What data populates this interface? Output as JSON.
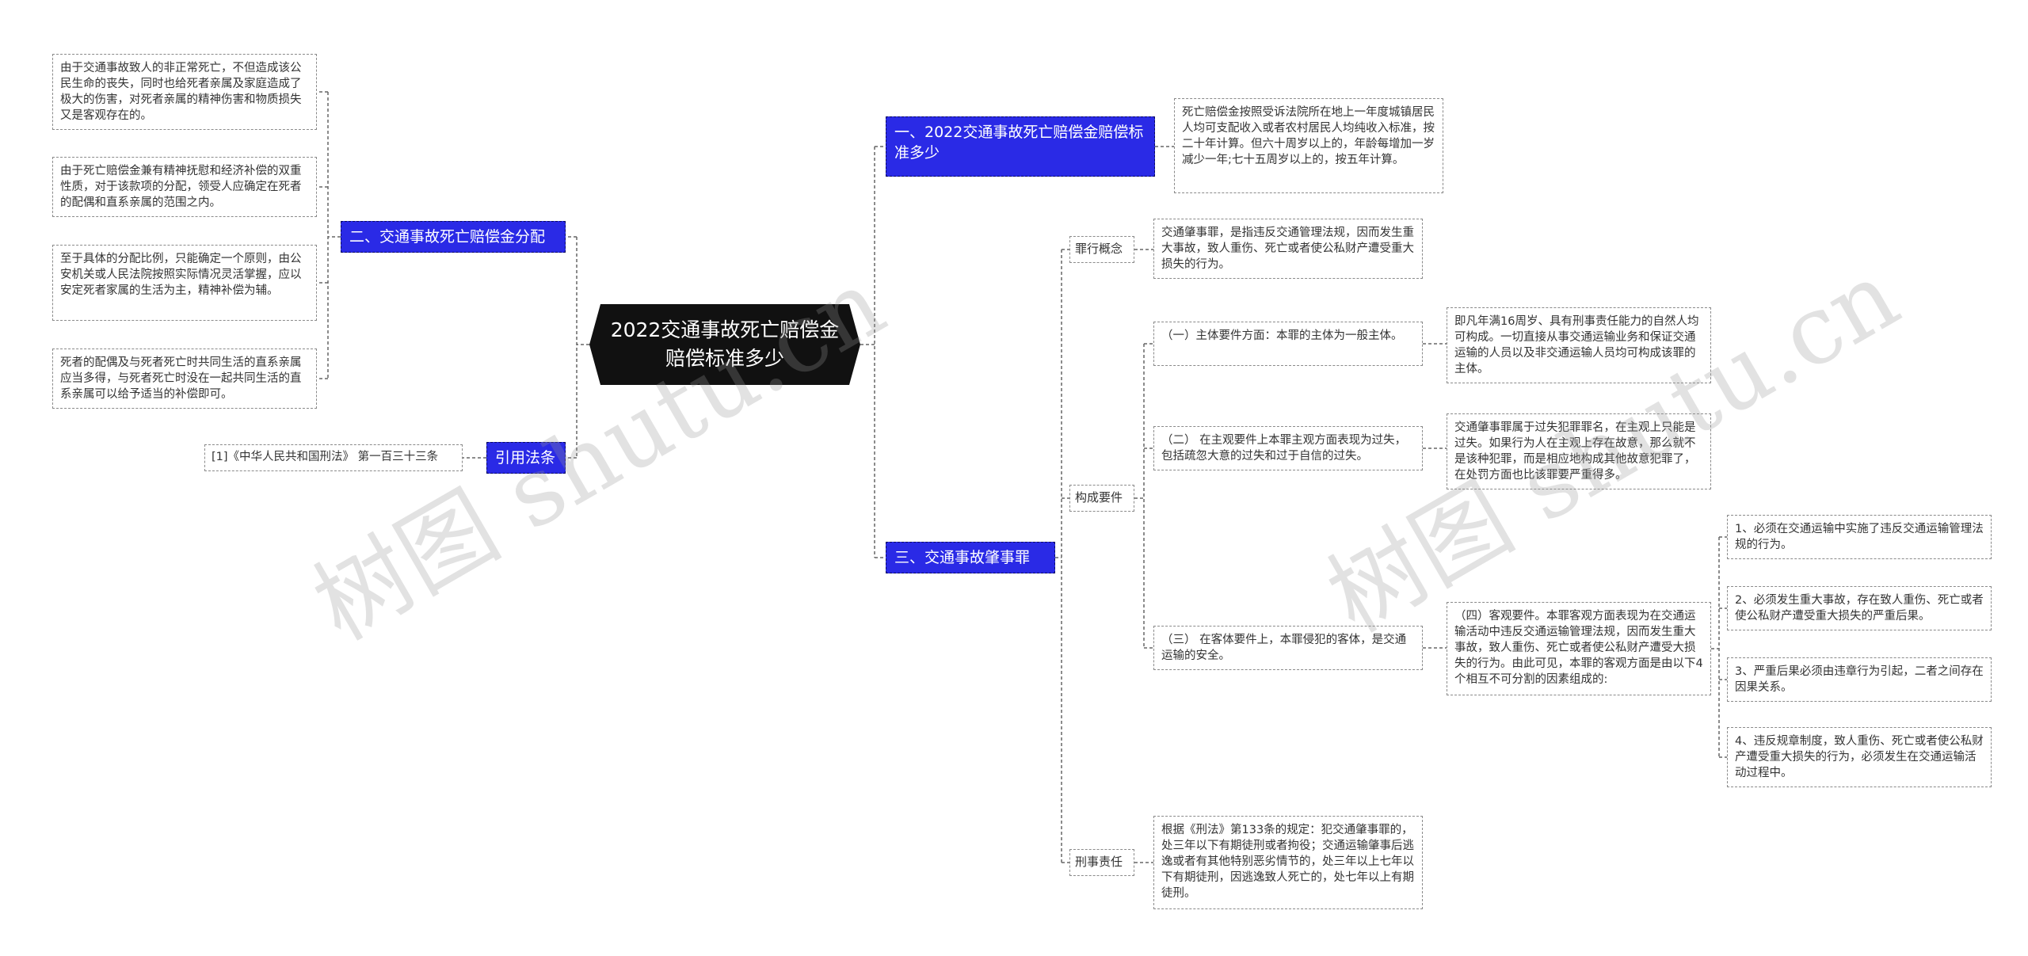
{
  "root": {
    "title": "2022交通事故死亡赔偿金赔偿标准多少"
  },
  "branches": {
    "b1": {
      "label": "一、2022交通事故死亡赔偿金赔偿标准多少"
    },
    "b2": {
      "label": "二、交通事故死亡赔偿金分配"
    },
    "b3": {
      "label": "三、交通事故肇事罪"
    },
    "b4": {
      "label": "引用法条"
    }
  },
  "leaves": {
    "b1_1": "死亡赔偿金按照受诉法院所在地上一年度城镇居民人均可支配收入或者农村居民人均纯收入标准，按二十年计算。但六十周岁以上的，年龄每增加一岁减少一年;七十五周岁以上的，按五年计算。",
    "b2_1": "由于交通事故致人的非正常死亡，不但造成该公民生命的丧失，同时也给死者亲属及家庭造成了极大的伤害，对死者亲属的精神伤害和物质损失又是客观存在的。",
    "b2_2": "由于死亡赔偿金兼有精神抚慰和经济补偿的双重性质，对于该款项的分配，领受人应确定在死者的配偶和直系亲属的范围之内。",
    "b2_3": "至于具体的分配比例，只能确定一个原则，由公安机关或人民法院按照实际情况灵活掌握，应以安定死者家属的生活为主，精神补偿为辅。",
    "b2_4": "死者的配偶及与死者死亡时共同生活的直系亲属应当多得，与死者死亡时没在一起共同生活的直系亲属可以给予适当的补偿即可。",
    "b4_1": "[1]《中华人民共和国刑法》 第一百三十三条",
    "b3_def": "交通肇事罪，是指违反交通管理法规，因而发生重大事故，致人重伤、死亡或者使公私财产遭受重大损失的行为。",
    "b3_e1": "（一）主体要件方面：本罪的主体为一般主体。",
    "b3_e1_d": "即凡年满16周岁、具有刑事责任能力的自然人均可构成。一切直接从事交通运输业务和保证交通运输的人员以及非交通运输人员均可构成该罪的主体。",
    "b3_e2": "（二） 在主观要件上本罪主观方面表现为过失，包括疏忽大意的过失和过于自信的过失。",
    "b3_e2_d": "交通肇事罪属于过失犯罪罪名，在主观上只能是过失。如果行为人在主观上存在故意，那么就不是该种犯罪，而是相应地构成其他故意犯罪了，在处罚方面也比该罪要严重得多。",
    "b3_e3": "（三） 在客体要件上，本罪侵犯的客体，是交通运输的安全。",
    "b3_e3_d": "（四）客观要件。本罪客观方面表现为在交通运输活动中违反交通运输管理法规，因而发生重大事故，致人重伤、死亡或者使公私财产遭受大损失的行为。由此可见，本罪的客观方面是由以下4个相互不可分割的因素组成的:",
    "b3_o1": "1、必须在交通运输中实施了违反交通运输管理法规的行为。",
    "b3_o2": "2、必须发生重大事故，存在致人重伤、死亡或者使公私财产遭受重大损失的严重后果。",
    "b3_o3": "3、严重后果必须由违章行为引起，二者之间存在因果关系。",
    "b3_o4": "4、违反规章制度，致人重伤、死亡或者使公私财产遭受重大损失的行为，必须发生在交通运输活动过程中。",
    "b3_liab": "根据《刑法》第133条的规定：犯交通肇事罪的，处三年以下有期徒刑或者拘役；交通运输肇事后逃逸或者有其他特别恶劣情节的，处三年以上七年以下有期徒刑，因逃逸致人死亡的，处七年以上有期徒刑。"
  },
  "subs": {
    "concept": "罪行概念",
    "elements": "构成要件",
    "liability": "刑事责任"
  },
  "watermarks": [
    "树图 shutu.cn",
    "树图 shutu.cn"
  ],
  "colors": {
    "branch": "#2a2ae6",
    "root": "#111111",
    "line": "#666666"
  }
}
